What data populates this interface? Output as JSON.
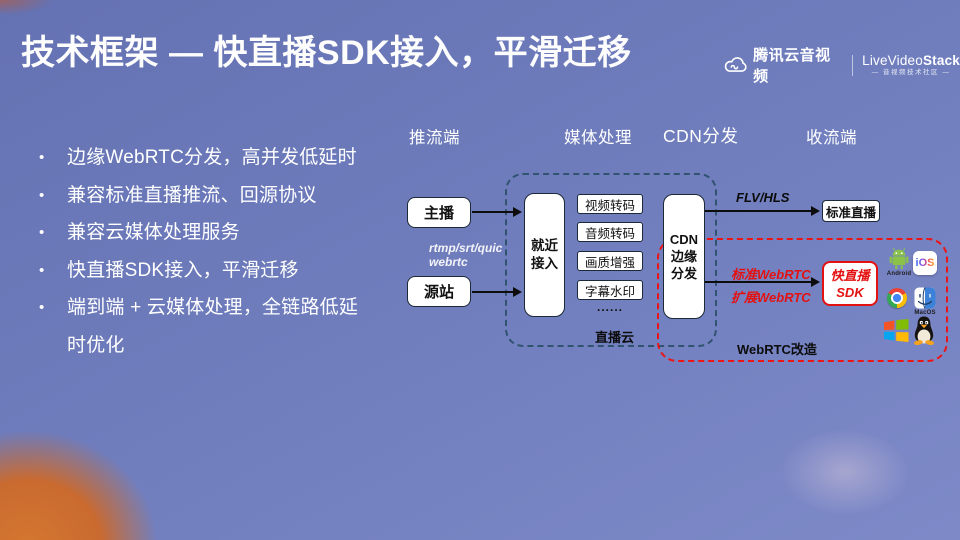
{
  "slide": {
    "title": "技术框架 — 快直播SDK接入，平滑迁移"
  },
  "brand": {
    "tencent": "腾讯云音视频",
    "lvs_1": "LiveVideo",
    "lvs_2": "Stack",
    "tagline": "— 音视频技术社区 —"
  },
  "bullets": [
    "边缘WebRTC分发，高并发低延时",
    "兼容标准直播推流、回源协议",
    "兼容云媒体处理服务",
    "快直播SDK接入，平滑迁移",
    "端到端 + 云媒体处理，全链路低延时优化"
  ],
  "diagram": {
    "headers": {
      "push": "推流端",
      "media": "媒体处理",
      "cdn": "CDN分发",
      "receive": "收流端"
    },
    "nodes": {
      "host": "主播",
      "origin": "源站",
      "access": [
        "就近",
        "接入"
      ],
      "media_boxes": [
        "视频转码",
        "音频转码",
        "画质增强",
        "字幕水印"
      ],
      "dots": "......",
      "cdn_edge": [
        "CDN",
        "边缘",
        "分发"
      ],
      "standard_live": "标准直播",
      "sdk": [
        "快直播",
        "SDK"
      ]
    },
    "labels": {
      "protocol1": "rtmp/srt/quic",
      "protocol2": "webrtc",
      "flv_hls": "FLV/HLS",
      "std_webrtc": "标准WebRTC",
      "ext_webrtc": "扩展WebRTC",
      "live_cloud": "直播云",
      "webrtc_reform": "WebRTC改造"
    },
    "os": {
      "android": "Android",
      "ios": "iOS",
      "macos": "MacOS"
    }
  },
  "colors": {
    "background_blue": "#6f7dbd",
    "orange_glow": "#c96a30",
    "accent_red": "#e41111",
    "dashed_blue": "#30536f",
    "node_border": "#1c2936"
  }
}
